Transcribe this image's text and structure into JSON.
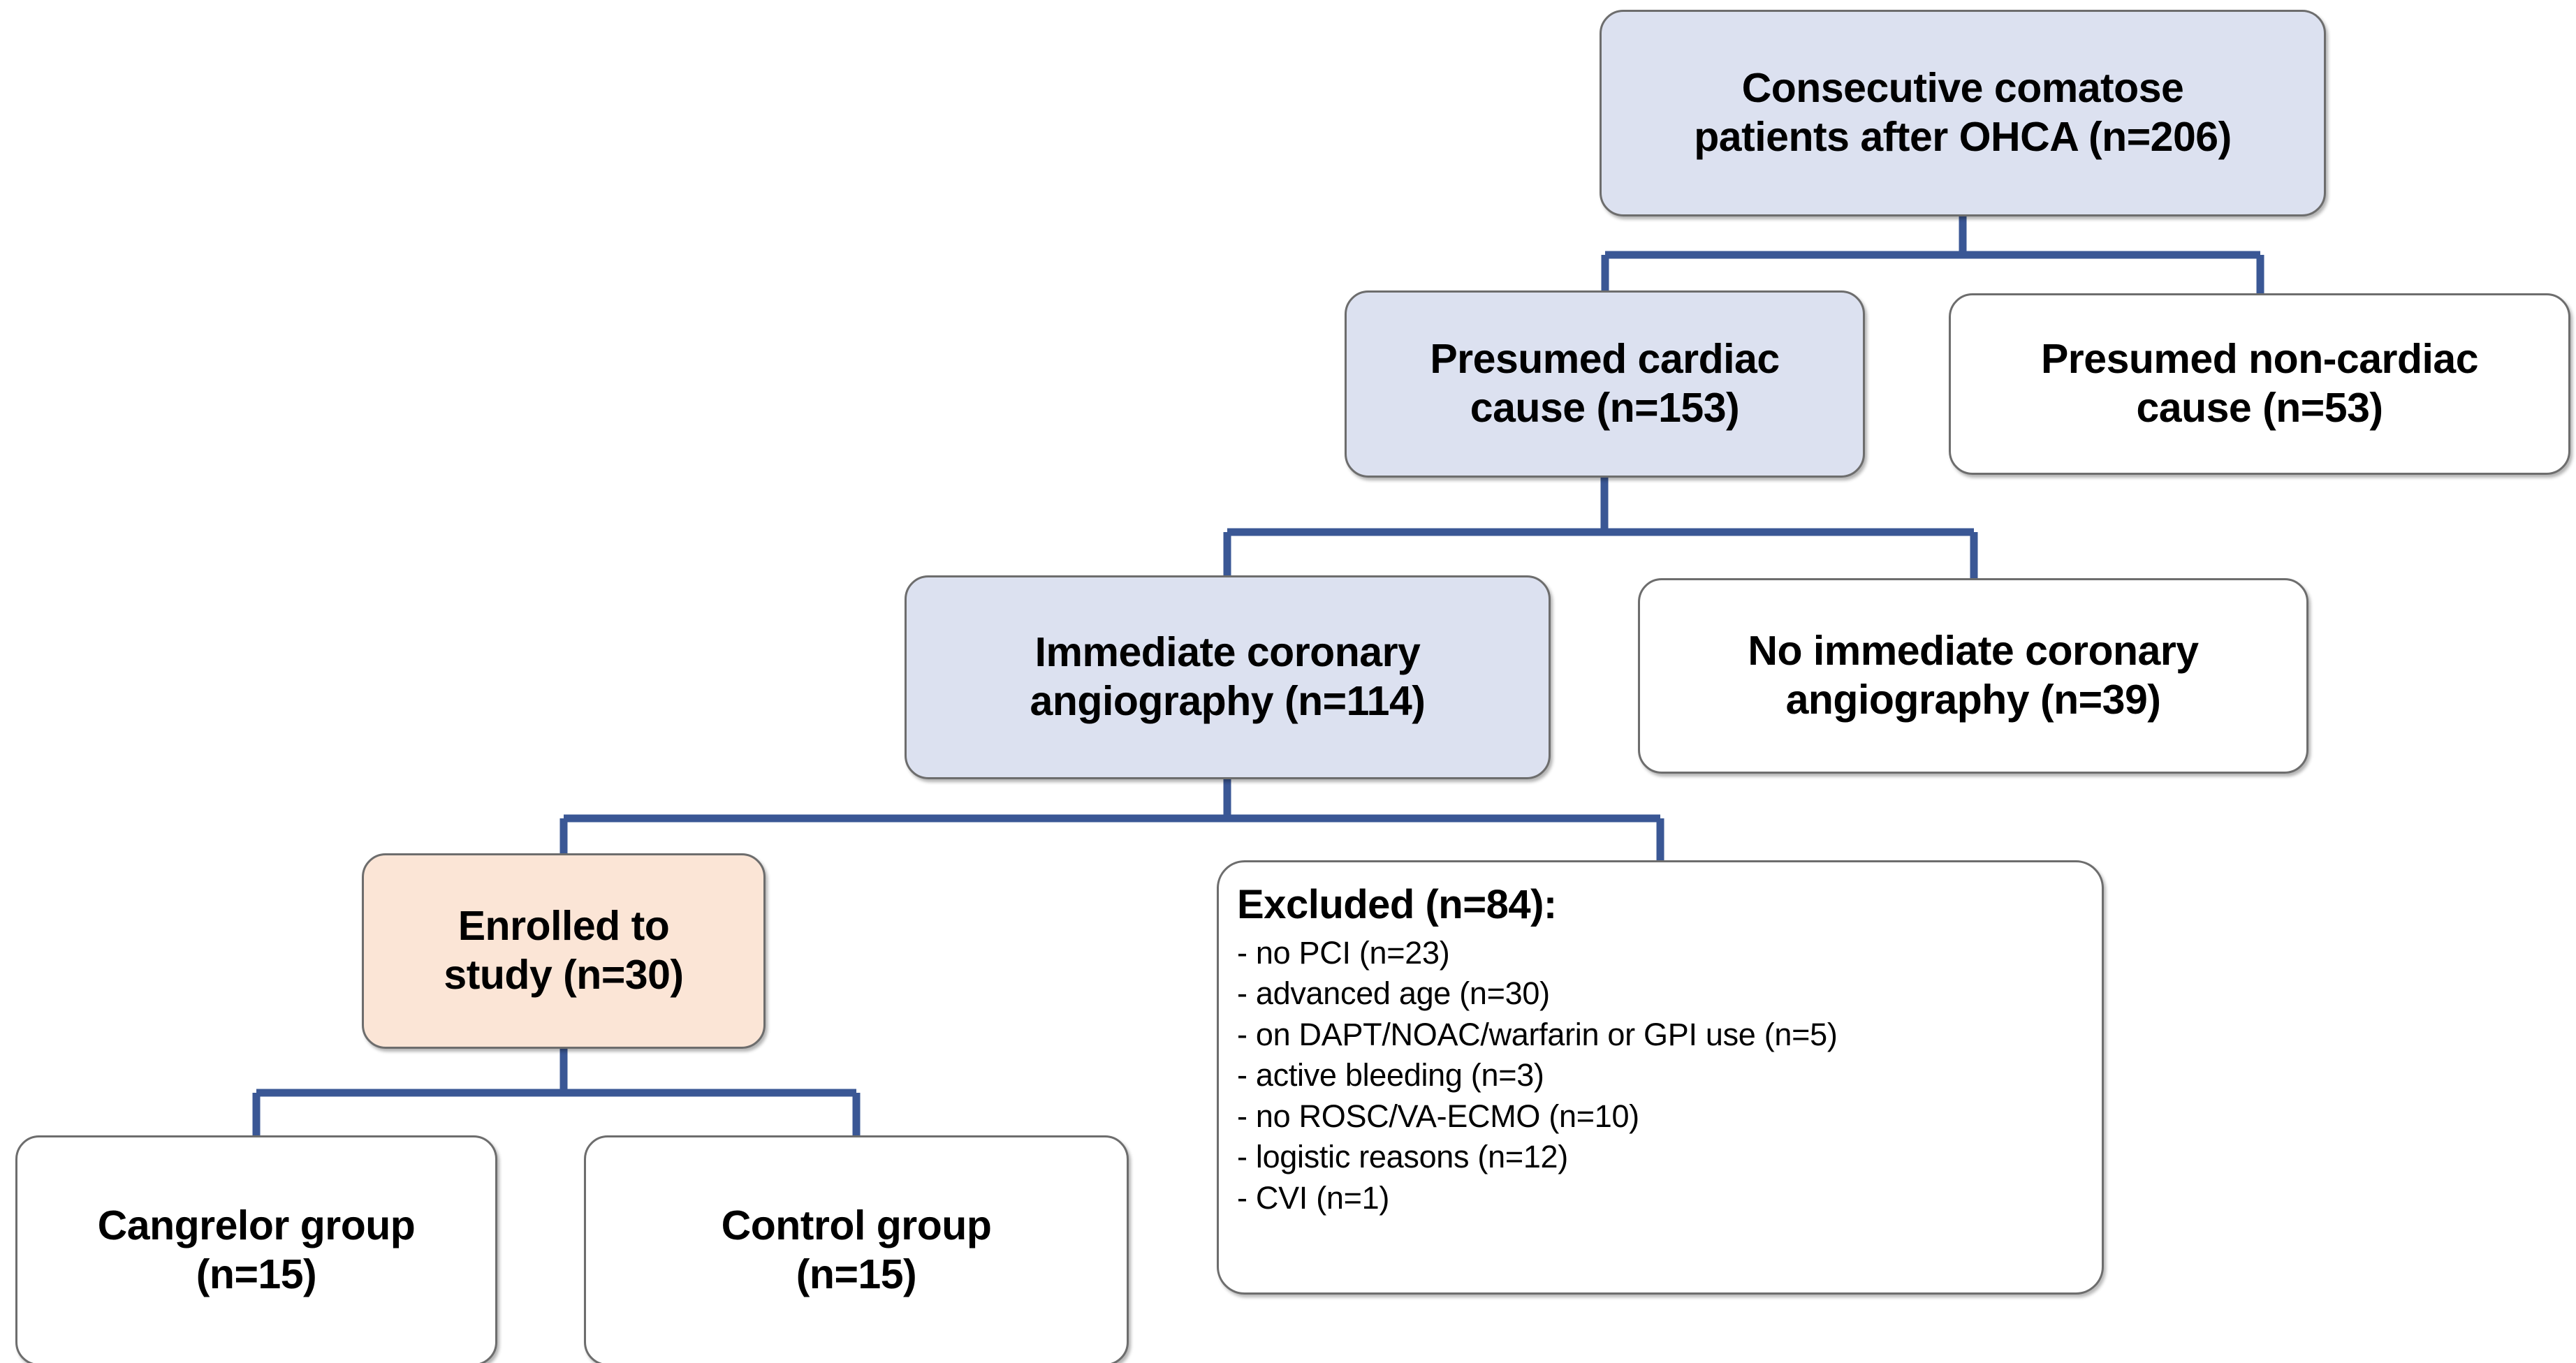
{
  "diagram": {
    "type": "flowchart",
    "title": "CONSORT patient enrollment flow diagram",
    "colors": {
      "box_fill_blue": "#dce1f0",
      "box_fill_peach": "#fbe5d6",
      "box_fill_white": "#ffffff",
      "box_border": "#6d6d6d",
      "connector_line": "#3a5795",
      "text": "#000000",
      "background": "#ffffff"
    }
  },
  "nodes": {
    "root": {
      "line1": "Consecutive comatose",
      "line2": "patients after OHCA (n=206)",
      "n": 206,
      "fill": "blue"
    },
    "cardiac": {
      "line1": "Presumed cardiac",
      "line2": "cause (n=153)",
      "n": 153,
      "fill": "blue"
    },
    "noncardiac": {
      "line1": "Presumed non-cardiac",
      "line2": "cause (n=53)",
      "n": 53,
      "fill": "white"
    },
    "angiography": {
      "line1": "Immediate coronary",
      "line2": "angiography (n=114)",
      "n": 114,
      "fill": "blue"
    },
    "no_angiography": {
      "line1": "No immediate coronary",
      "line2": "angiography (n=39)",
      "n": 39,
      "fill": "white"
    },
    "enrolled": {
      "line1": "Enrolled to",
      "line2": "study (n=30)",
      "n": 30,
      "fill": "peach"
    },
    "excluded": {
      "title": "Excluded (n=84):",
      "n": 84,
      "fill": "white",
      "items": [
        "- no PCI (n=23)",
        "- advanced age (n=30)",
        "- on DAPT/NOAC/warfarin or GPI use (n=5)",
        "- active bleeding (n=3)",
        "- no ROSC/VA-ECMO (n=10)",
        "- logistic reasons (n=12)",
        "- CVI (n=1)"
      ]
    },
    "cangrelor": {
      "line1": "Cangrelor group",
      "line2": "(n=15)",
      "n": 15,
      "fill": "white"
    },
    "control": {
      "line1": "Control group",
      "line2": "(n=15)",
      "n": 15,
      "fill": "white"
    }
  },
  "edges": [
    {
      "from": "root",
      "to": [
        "cardiac",
        "noncardiac"
      ]
    },
    {
      "from": "cardiac",
      "to": [
        "angiography",
        "no_angiography"
      ]
    },
    {
      "from": "angiography",
      "to": [
        "enrolled",
        "excluded"
      ]
    },
    {
      "from": "enrolled",
      "to": [
        "cangrelor",
        "control"
      ]
    }
  ]
}
